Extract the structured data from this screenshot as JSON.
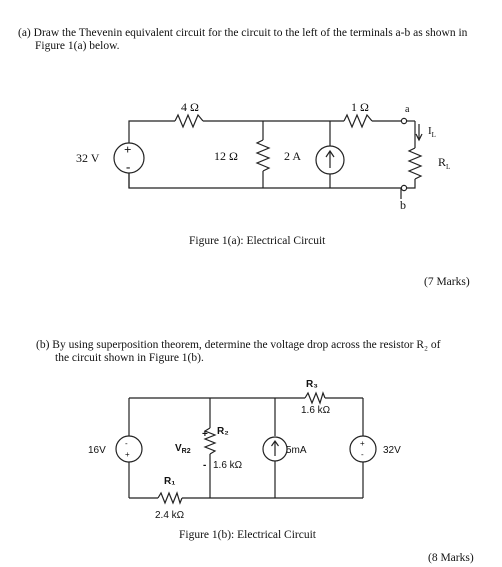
{
  "part_a": {
    "line1": "(a) Draw the Thevenin equivalent circuit for the circuit to the left of the terminals a-b as shown in",
    "line2": "Figure 1(a) below.",
    "caption": "Figure 1(a): Electrical Circuit",
    "marks": "(7 Marks)",
    "circuit": {
      "source_voltage": "32 V",
      "r1": "4 Ω",
      "r2": "12 Ω",
      "current_source": "2 A",
      "r3": "1 Ω",
      "terminal_a": "a",
      "terminal_b": "b",
      "load_current": "I",
      "load_current_sub": "L",
      "load_resistor": "R",
      "load_resistor_sub": "L",
      "plus": "+",
      "minus": "-"
    }
  },
  "part_b": {
    "line1": "(b) By using superposition theorem, determine the voltage drop across the resistor R₂ of",
    "line2": "the circuit shown in Figure 1(b).",
    "caption": "Figure 1(b): Electrical Circuit",
    "marks": "(8 Marks)",
    "circuit": {
      "r3_label": "R₃",
      "r3_value": "1.6 kΩ",
      "r2_label": "R₂",
      "r2_value": "1.6 kΩ",
      "r1_label": "R₁",
      "r1_value": "2.4 kΩ",
      "vr2_label": "V",
      "vr2_sub": "R2",
      "left_source": "16V",
      "current_source": "5mA",
      "right_source": "32V",
      "plus": "+",
      "minus": "-"
    }
  }
}
